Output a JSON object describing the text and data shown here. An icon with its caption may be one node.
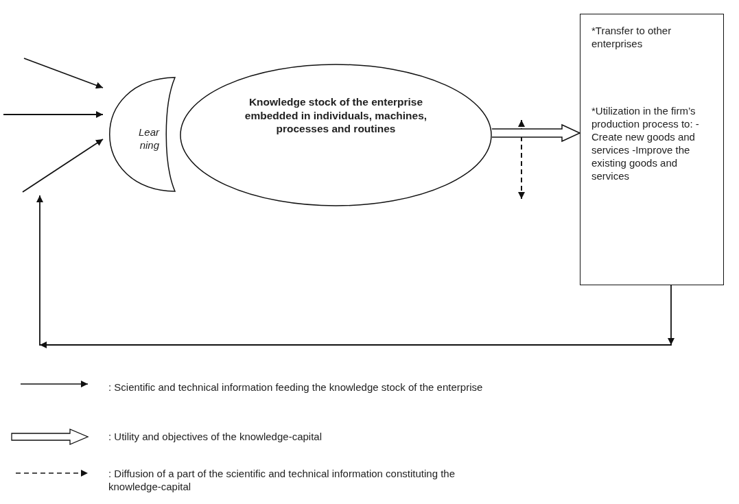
{
  "diagram": {
    "nodes": [
      {
        "text": [
          "Lear ning"
        ]
      },
      {
        "text": [
          "Knowledge stock of the enterprise embedded in individuals, machines, processes and routines"
        ]
      },
      {
        "text": [
          "*Transfer to other enterprises",
          "*Utilization in the firm’s production process to: -Create new goods and services -Improve the existing goods and services"
        ]
      }
    ],
    "edges": [
      {
        "from": null,
        "to": 0,
        "arrow": "to"
      },
      {
        "from": null,
        "to": 0,
        "arrow": "to"
      },
      {
        "from": null,
        "to": 0,
        "arrow": "to"
      },
      {
        "from": 1,
        "to": 2,
        "arrow": "to",
        "style": "thick"
      },
      {
        "from": 2,
        "to": null,
        "arrow": "to"
      }
    ],
    "legend": [
      {
        "text": ": Scientific and technical information feeding the knowledge stock of the enterprise"
      },
      {
        "text": ": Utility and objectives of the knowledge-capital"
      },
      {
        "text": ": Diffusion of a part of the scientific and technical information constituting the knowledge-capital"
      }
    ]
  }
}
